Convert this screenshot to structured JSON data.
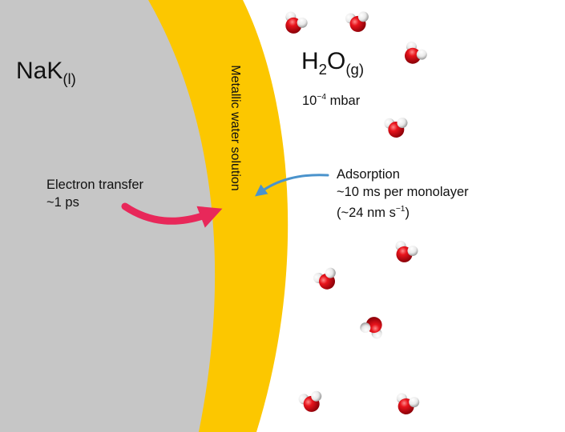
{
  "regions": {
    "metal": {
      "main": "NaK",
      "sub": "(l)"
    },
    "band": "Metallic water solution",
    "gas": {
      "main_a": "H",
      "sub_a": "2",
      "main_b": "O",
      "sub_b": "(g)"
    }
  },
  "pressure": {
    "prefix": "10",
    "exponent": "−4",
    "unit": " mbar"
  },
  "electron_transfer": {
    "line1": "Electron transfer",
    "line2": "~1 ps"
  },
  "adsorption": {
    "line1": "Adsorption",
    "line2": "~10 ms per monolayer",
    "line3_prefix": "(~24 nm s",
    "line3_exp": "−1",
    "line3_suffix": ")"
  },
  "colors": {
    "metal": "#c6c6c6",
    "band": "#fcc700",
    "pink_arrow": "#e8285a",
    "blue_arrow": "#4a93cc",
    "oxygen": "#d8101a",
    "hydrogen": "#f2f2f2"
  },
  "icons": {
    "molecule": "water-molecule-icon"
  }
}
